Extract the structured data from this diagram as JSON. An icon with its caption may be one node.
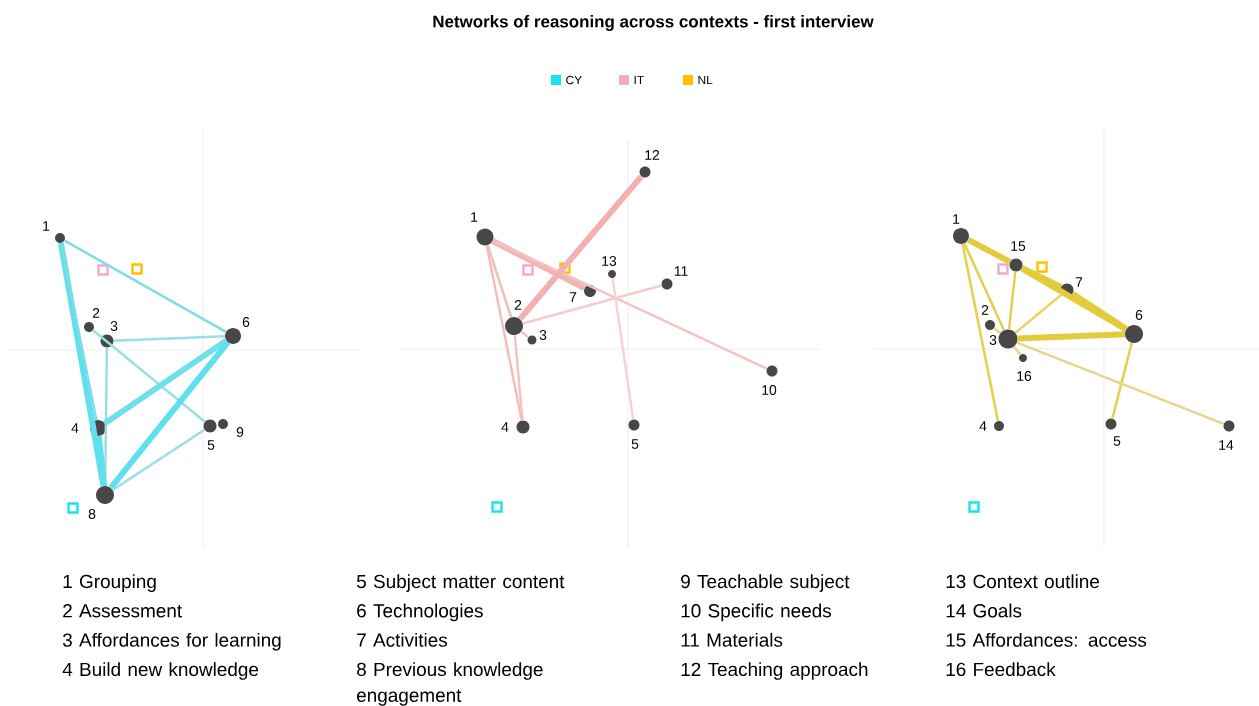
{
  "diagram": {
    "title": "Networks of reasoning across contexts - first interview",
    "nodes": [
      {
        "text": [],
        "shape": "circle",
        "beside": [
          "1"
        ]
      },
      {
        "text": [],
        "shape": "circle",
        "beside": [
          "2"
        ]
      },
      {
        "text": [],
        "shape": "circle",
        "beside": [
          "3"
        ]
      },
      {
        "text": [],
        "shape": "circle",
        "beside": [
          "6"
        ]
      },
      {
        "text": [],
        "shape": "circle",
        "beside": [
          "4"
        ]
      },
      {
        "text": [],
        "shape": "circle",
        "beside": [
          "5"
        ]
      },
      {
        "text": [],
        "shape": "circle",
        "beside": [
          "9"
        ]
      },
      {
        "text": [],
        "shape": "circle",
        "beside": [
          "8"
        ]
      },
      {
        "text": [],
        "shape": "circle",
        "beside": [
          "12"
        ]
      },
      {
        "text": [],
        "shape": "circle",
        "beside": [
          "1"
        ]
      },
      {
        "text": [],
        "shape": "circle",
        "beside": [
          "13"
        ]
      },
      {
        "text": [],
        "shape": "circle",
        "beside": [
          "11"
        ]
      },
      {
        "text": [],
        "shape": "circle",
        "beside": [
          "7"
        ]
      },
      {
        "text": [],
        "shape": "circle",
        "beside": [
          "2"
        ]
      },
      {
        "text": [],
        "shape": "circle",
        "beside": [
          "3"
        ]
      },
      {
        "text": [],
        "shape": "circle",
        "beside": [
          "10"
        ]
      },
      {
        "text": [],
        "shape": "circle",
        "beside": [
          "4"
        ]
      },
      {
        "text": [],
        "shape": "circle",
        "beside": [
          "5"
        ]
      },
      {
        "text": [],
        "shape": "circle",
        "beside": [
          "1"
        ]
      },
      {
        "text": [],
        "shape": "circle",
        "beside": [
          "15"
        ]
      },
      {
        "text": [],
        "shape": "circle",
        "beside": [
          "7"
        ]
      },
      {
        "text": [],
        "shape": "circle",
        "beside": [
          "2"
        ]
      },
      {
        "text": [],
        "shape": "circle",
        "beside": [
          "6"
        ]
      },
      {
        "text": [],
        "shape": "circle",
        "beside": [
          "3"
        ]
      },
      {
        "text": [],
        "shape": "circle",
        "beside": [
          "16"
        ]
      },
      {
        "text": [],
        "shape": "circle",
        "beside": [
          "5"
        ]
      },
      {
        "text": [],
        "shape": "circle",
        "beside": [
          "4"
        ]
      },
      {
        "text": [],
        "shape": "circle",
        "beside": [
          "14"
        ]
      }
    ],
    "edges": [
      {
        "from": 0,
        "to": 3,
        "arrow": "none",
        "color": "#7fdde8"
      },
      {
        "from": 0,
        "to": 7,
        "arrow": "none",
        "color": "#5fe0ec",
        "style": "thick"
      },
      {
        "from": 0,
        "to": 4,
        "arrow": "none",
        "color": "#7fdde8"
      },
      {
        "from": 1,
        "to": 5,
        "arrow": "none",
        "color": "#98dfe6"
      },
      {
        "from": 2,
        "to": 3,
        "arrow": "none",
        "color": "#98dfe6"
      },
      {
        "from": 2,
        "to": 7,
        "arrow": "none",
        "color": "#98dfe6"
      },
      {
        "from": 4,
        "to": 3,
        "arrow": "none",
        "color": "#6fdfea",
        "style": "thick"
      },
      {
        "from": 3,
        "to": 7,
        "arrow": "none",
        "color": "#5fe0ec",
        "style": "thick"
      },
      {
        "from": 5,
        "to": 7,
        "arrow": "none",
        "color": "#98dfe6"
      },
      {
        "from": 4,
        "to": 7,
        "arrow": "none",
        "color": "#5fe0ec",
        "style": "thick"
      },
      {
        "from": 9,
        "to": 12,
        "arrow": "none",
        "color": "#f4b4b4",
        "style": "thick"
      },
      {
        "from": 9,
        "to": 15,
        "arrow": "none",
        "color": "#f4c4c4"
      },
      {
        "from": 9,
        "to": 16,
        "arrow": "none",
        "color": "#f4bcbc"
      },
      {
        "from": 9,
        "to": 13,
        "arrow": "none",
        "color": "#f4bcbc"
      },
      {
        "from": 13,
        "to": 16,
        "arrow": "none",
        "color": "#f4c4c4"
      },
      {
        "from": 13,
        "to": 8,
        "arrow": "none",
        "color": "#f4b0b0",
        "style": "thick"
      },
      {
        "from": 13,
        "to": 11,
        "arrow": "none",
        "color": "#f4cccc"
      },
      {
        "from": 13,
        "to": 14,
        "arrow": "none",
        "color": "#f4c4c4"
      },
      {
        "from": 10,
        "to": 17,
        "arrow": "none",
        "color": "#f2d4d4"
      },
      {
        "from": 18,
        "to": 19,
        "arrow": "none",
        "color": "#e3cb3c",
        "style": "thick"
      },
      {
        "from": 19,
        "to": 20,
        "arrow": "none",
        "color": "#e3cb3c",
        "style": "thick"
      },
      {
        "from": 20,
        "to": 22,
        "arrow": "none",
        "color": "#e3cb3c",
        "style": "thick"
      },
      {
        "from": 19,
        "to": 22,
        "arrow": "none",
        "color": "#e3cb3c",
        "style": "thick"
      },
      {
        "from": 18,
        "to": 23,
        "arrow": "none",
        "color": "#e6d04a"
      },
      {
        "from": 18,
        "to": 26,
        "arrow": "none",
        "color": "#e6d04a"
      },
      {
        "from": 19,
        "to": 23,
        "arrow": "none",
        "color": "#e6d04a"
      },
      {
        "from": 20,
        "to": 23,
        "arrow": "none",
        "color": "#e8d566"
      },
      {
        "from": 23,
        "to": 22,
        "arrow": "none",
        "color": "#e3cb3c",
        "style": "thick"
      },
      {
        "from": 22,
        "to": 25,
        "arrow": "none",
        "color": "#e6d04a"
      },
      {
        "from": 23,
        "to": 27,
        "arrow": "none",
        "color": "#e4d68c"
      },
      {
        "from": 21,
        "to": 23,
        "arrow": "none",
        "color": "#e4d68c"
      },
      {
        "from": 23,
        "to": 24,
        "arrow": "none",
        "color": "#e4d68c"
      }
    ],
    "labels": [
      "1 Grouping",
      "2 Assessment",
      "3 Affordances for learning",
      "4 Build new knowledge",
      "5 Subject matter content",
      "6 Technologies",
      "7 Activities",
      "8 Previous knowledge engagement",
      "9 Teachable subject",
      "10 Specific needs",
      "11 Materials",
      "12 Teaching approach",
      "13 Context outline",
      "14 Goals",
      "15 Affordances: access",
      "16 Feedback"
    ],
    "legend": [
      {
        "text": "CY",
        "color": "#19e3ec"
      },
      {
        "text": "IT",
        "color": "#f7a8c8"
      },
      {
        "text": "NL",
        "color": "#ffc000"
      }
    ]
  }
}
